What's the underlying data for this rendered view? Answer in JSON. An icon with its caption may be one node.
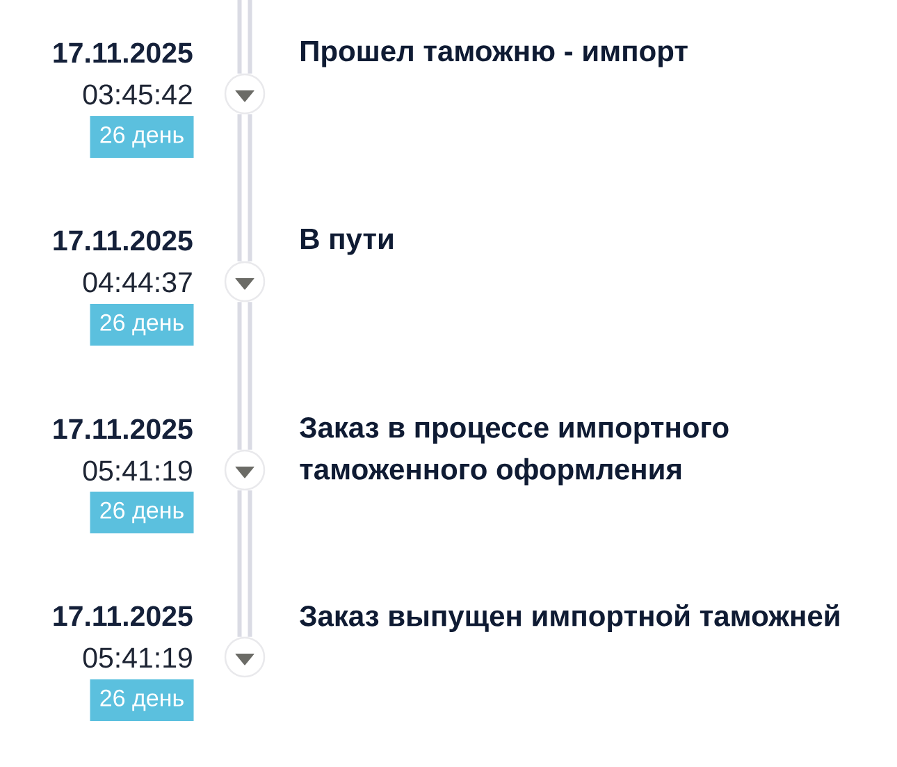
{
  "diagram": {
    "nodes": [
      {
        "text": [],
        "shape": "circle",
        "beside": [
          "17.11.2025",
          "03:45:42",
          "Прошел таможню - импорт"
        ]
      },
      {
        "text": [
          "26 день"
        ]
      },
      {
        "text": [],
        "shape": "circle",
        "beside": [
          "17.11.2025",
          "04:44:37",
          "В пути"
        ]
      },
      {
        "text": [
          "26 день"
        ]
      },
      {
        "text": [],
        "shape": "circle",
        "beside": [
          "17.11.2025",
          "05:41:19",
          "Заказ в процессе импортного таможенного оформления"
        ]
      },
      {
        "text": [
          "26 день"
        ]
      },
      {
        "text": [],
        "shape": "circle",
        "beside": [
          "17.11.2025",
          "05:41:19",
          "Заказ выпущен импортной таможней"
        ]
      },
      {
        "text": [
          "26 день"
        ]
      }
    ],
    "edges": [
      {
        "from": null,
        "to": 0,
        "arrow": "none"
      },
      {
        "from": 0,
        "to": 2,
        "arrow": "none"
      },
      {
        "from": 2,
        "to": 4,
        "arrow": "none"
      },
      {
        "from": 4,
        "to": 6,
        "arrow": "none"
      }
    ]
  }
}
